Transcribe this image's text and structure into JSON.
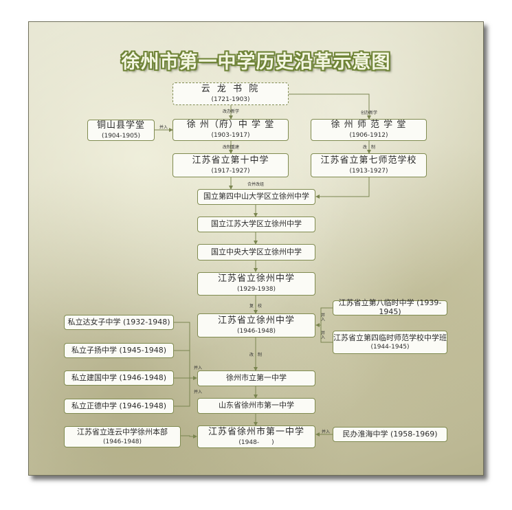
{
  "title": "徐州市第一中学历史沿革示意图",
  "nodes": {
    "yunlong": {
      "name": "云 龙 书 院",
      "years": "(1721-1903)"
    },
    "tongshan": {
      "name": "铜山县学堂",
      "years": "(1904-1905)"
    },
    "xuzhou_fu": {
      "name": "徐 州（府）中 学 堂",
      "years": "(1903-1917)"
    },
    "xuzhou_shifan": {
      "name": "徐 州 师 范 学 堂",
      "years": "(1906-1912)"
    },
    "js10": {
      "name": "江苏省立第十中学",
      "years": "(1917-1927)"
    },
    "js7": {
      "name": "江苏省立第七师范学校",
      "years": "(1913-1927)"
    },
    "zhongshan4": {
      "name": "国立第四中山大学区立徐州中学"
    },
    "jiangsu_daxue": {
      "name": "国立江苏大学区立徐州中学"
    },
    "zhongyang": {
      "name": "国立中央大学区立徐州中学"
    },
    "jsxz_1929": {
      "name": "江苏省立徐州中学",
      "years": "(1929-1938)"
    },
    "jsxz_1946": {
      "name": "江苏省立徐州中学",
      "years": "(1946-1948)"
    },
    "lin8": {
      "name": "江苏省立第八临时中学 (1939-1945)"
    },
    "lin4": {
      "name": "江苏省立第四临时师范学校中学班",
      "years": "(1944-1945)"
    },
    "dada": {
      "name": "私立达女子中学 (1932-1948)"
    },
    "ziyang": {
      "name": "私立子扬中学 (1945-1948)"
    },
    "jianguo": {
      "name": "私立建国中学 (1946-1948)"
    },
    "zhengde": {
      "name": "私立正德中学 (1946-1948)"
    },
    "lianyun": {
      "name": "江苏省立连云中学徐州本部",
      "years": "(1946-1948)"
    },
    "xzs1": {
      "name": "徐州市立第一中学"
    },
    "sd": {
      "name": "山东省徐州市第一中学"
    },
    "final": {
      "name": "江苏省徐州市第一中学",
      "years": "(1948-　　)"
    },
    "huaihai": {
      "name": "民办淮海中学 (1958-1969)"
    }
  },
  "labels": {
    "gaiban": "改办新学",
    "chuangban": "创办新学",
    "bingru_tongshan": "并入",
    "gaizhi_chongjian": "改制重建",
    "gaizhi": "改　制",
    "hebing": "合并改组",
    "fuxiao": "复　校",
    "bingru_lin8": "并入",
    "bingru_lin4": "并入",
    "gaizhi2": "改　制",
    "bingru_private1": "并入",
    "bingru_private2": "并入",
    "bingru_huaihai": "并入"
  },
  "colors": {
    "title_fill": "#f4f6e2",
    "title_outline": "#6f8437",
    "box_border": "#7f8a4f",
    "connector": "#7a8550"
  }
}
